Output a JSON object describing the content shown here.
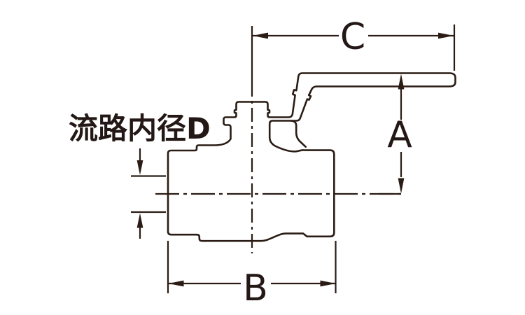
{
  "diagram": {
    "type": "technical-drawing",
    "subject": "ball valve cross-section with dimension lines",
    "background_color": "#ffffff",
    "line_color": "#2a1c14",
    "text_color": "#231815",
    "labels": {
      "dim_width_top": "C",
      "dim_height_right": "A",
      "dim_width_bottom": "B",
      "bore_diameter": "流路内径D"
    }
  }
}
